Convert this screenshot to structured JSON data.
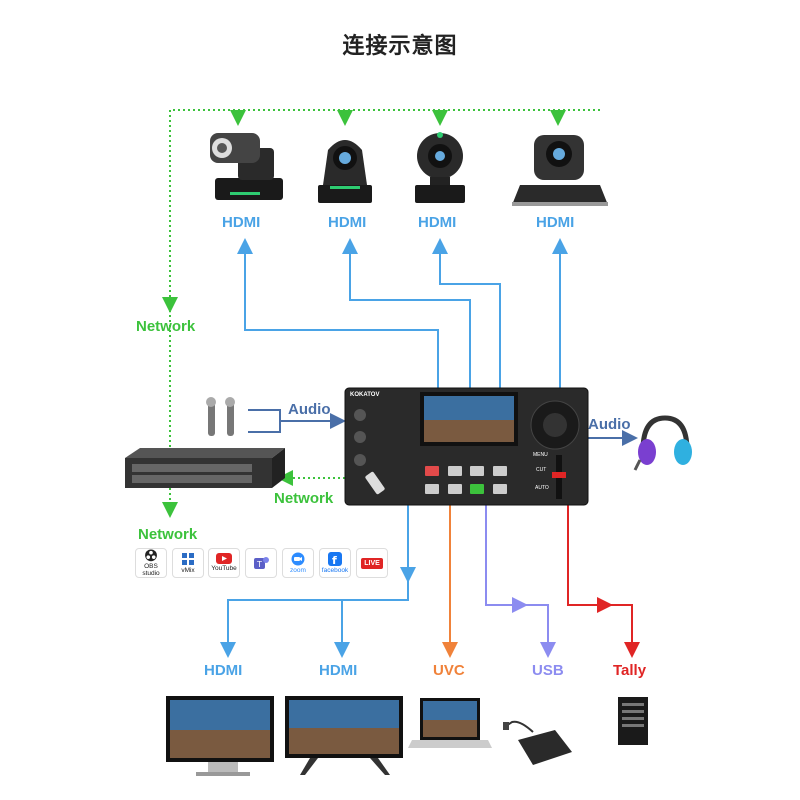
{
  "title": "连接示意图",
  "labels": {
    "hdmi_cam1": "HDMI",
    "hdmi_cam2": "HDMI",
    "hdmi_cam3": "HDMI",
    "hdmi_cam4": "HDMI",
    "network_left": "Network",
    "audio_in": "Audio",
    "audio_out": "Audio",
    "network_switch": "Network",
    "network_bottom": "Network",
    "hdmi_out1": "HDMI",
    "hdmi_out2": "HDMI",
    "uvc": "UVC",
    "usb": "USB",
    "tally": "Tally"
  },
  "device": {
    "brand": "KOKATOV",
    "menu": "MENU",
    "cut": "CUT",
    "auto": "AUTO"
  },
  "apps": [
    {
      "icon": "obs-studio-icon",
      "text": "OBS studio"
    },
    {
      "icon": "vmix-icon",
      "text": "vMix"
    },
    {
      "icon": "youtube-icon",
      "text": "YouTube"
    },
    {
      "icon": "teams-icon",
      "text": ""
    },
    {
      "icon": "zoom-icon",
      "text": "zoom"
    },
    {
      "icon": "facebook-icon",
      "text": "facebook"
    },
    {
      "icon": "live-icon",
      "text": "LIVE"
    }
  ],
  "colors": {
    "hdmi": "#4aa3e6",
    "network": "#3cc23c",
    "audio": "#4a6fa8",
    "uvc": "#f0823a",
    "usb": "#8c8cf0",
    "tally": "#e02525"
  }
}
